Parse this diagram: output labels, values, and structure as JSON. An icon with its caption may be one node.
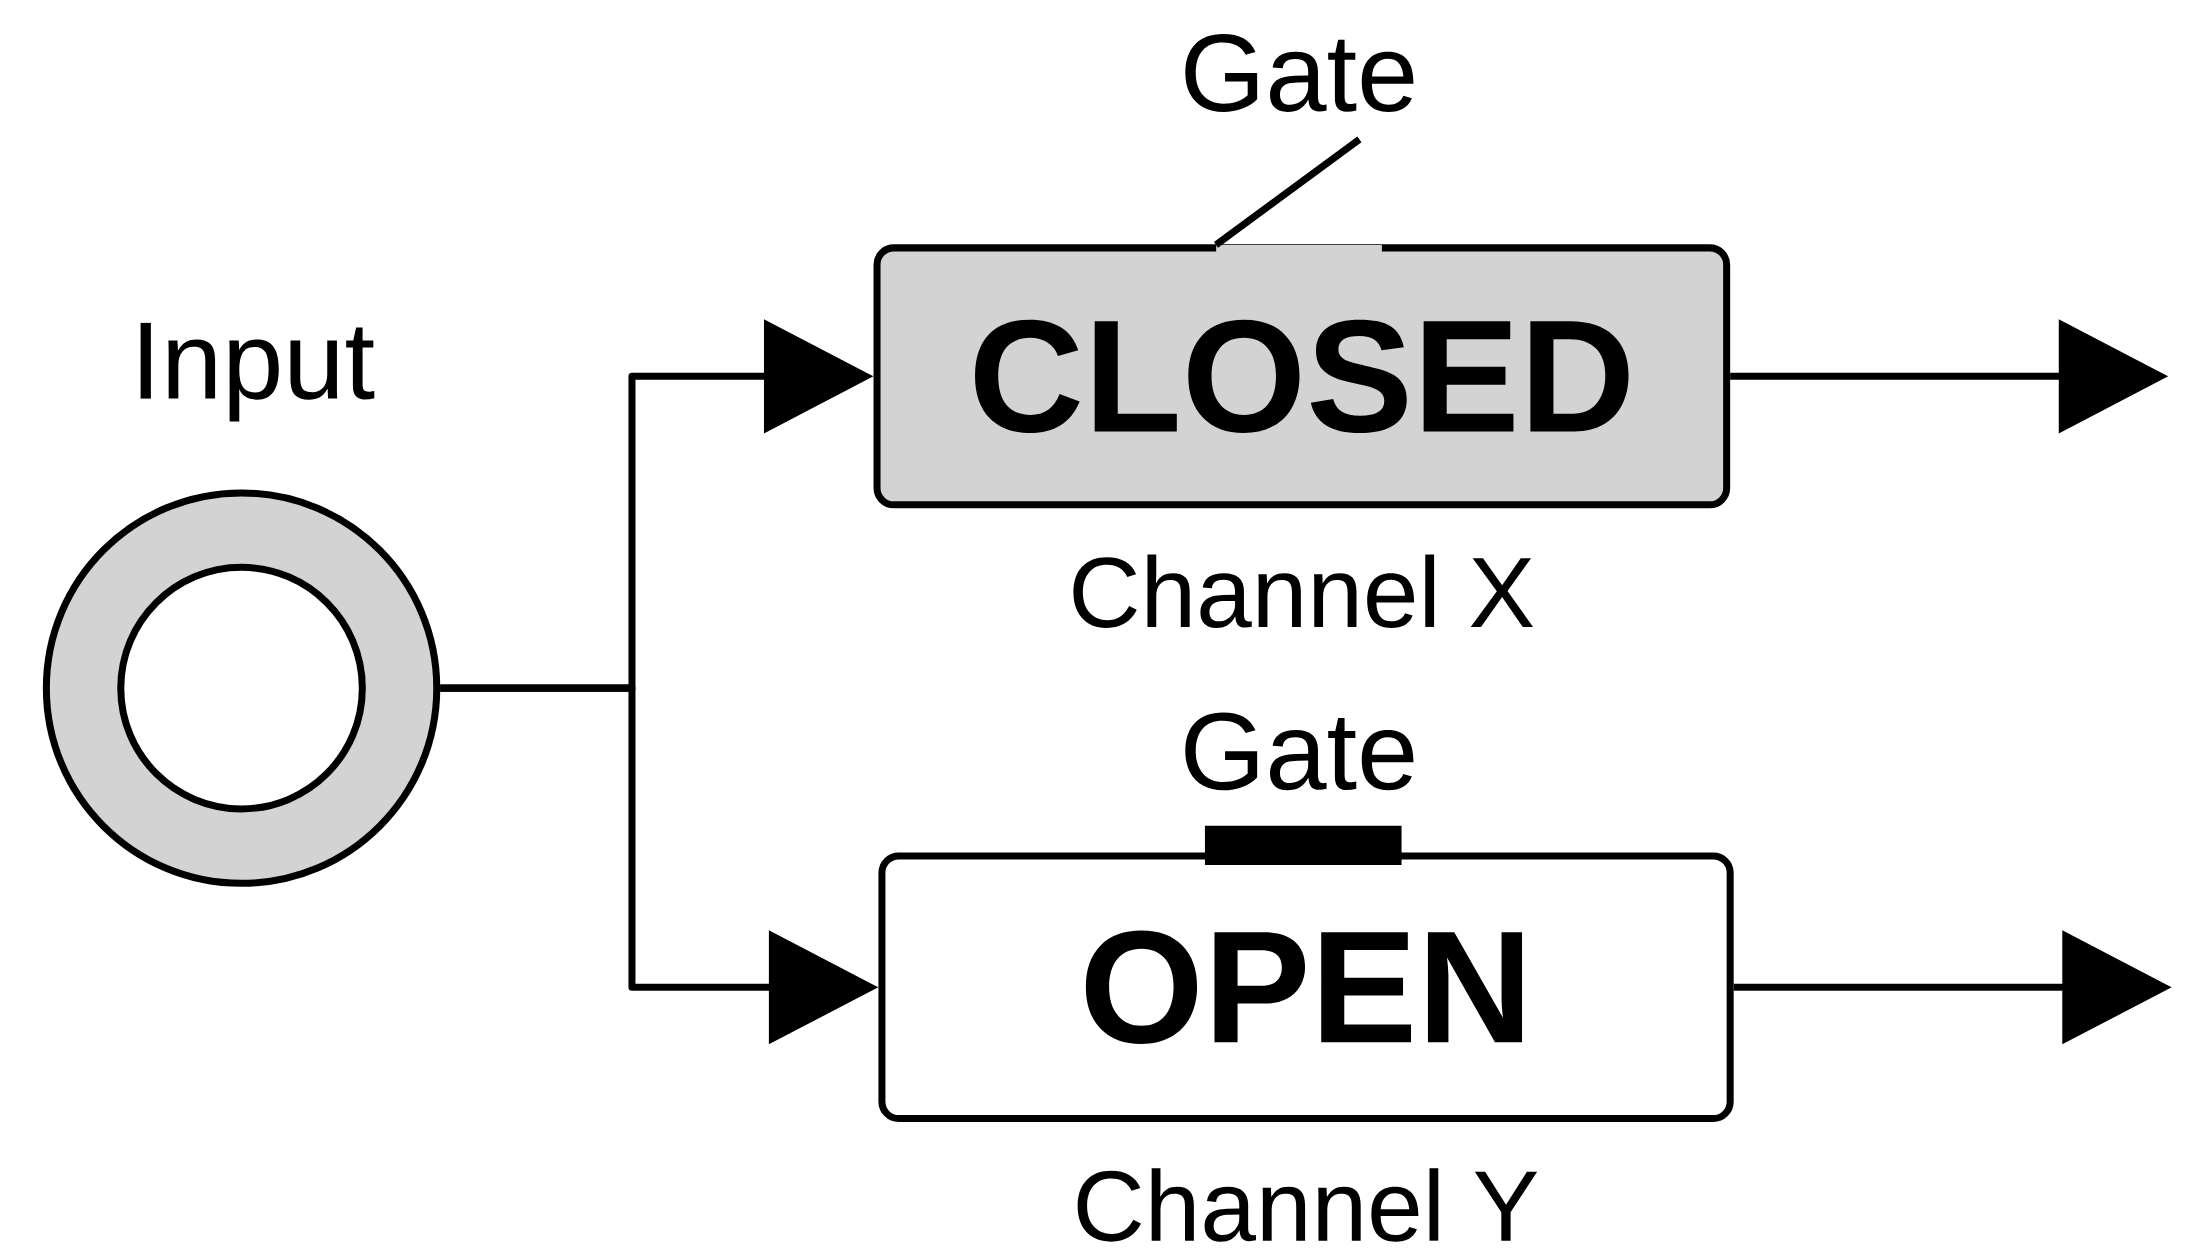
{
  "diagram": {
    "nodes": [
      {
        "text": [
          "Input"
        ]
      },
      {
        "text": [
          "CLOSED"
        ],
        "beside": [
          "Channel X"
        ]
      },
      {
        "text": [
          "OPEN"
        ],
        "beside": [
          "Channel Y"
        ]
      },
      {
        "text": [
          "Gate"
        ]
      },
      {
        "text": [],
        "shape": "bar"
      },
      {
        "text": [],
        "shape": "bar"
      }
    ],
    "edges": [
      {
        "from": 0,
        "to": 1,
        "arrow": "to"
      },
      {
        "from": 0,
        "to": 2,
        "arrow": "to"
      },
      {
        "from": 1,
        "to": null,
        "arrow": "to"
      },
      {
        "from": 2,
        "to": null,
        "arrow": "to"
      },
      {
        "from": 3,
        "to": 4,
        "arrow": "none"
      }
    ],
    "labels": [
      "Gate"
    ]
  }
}
